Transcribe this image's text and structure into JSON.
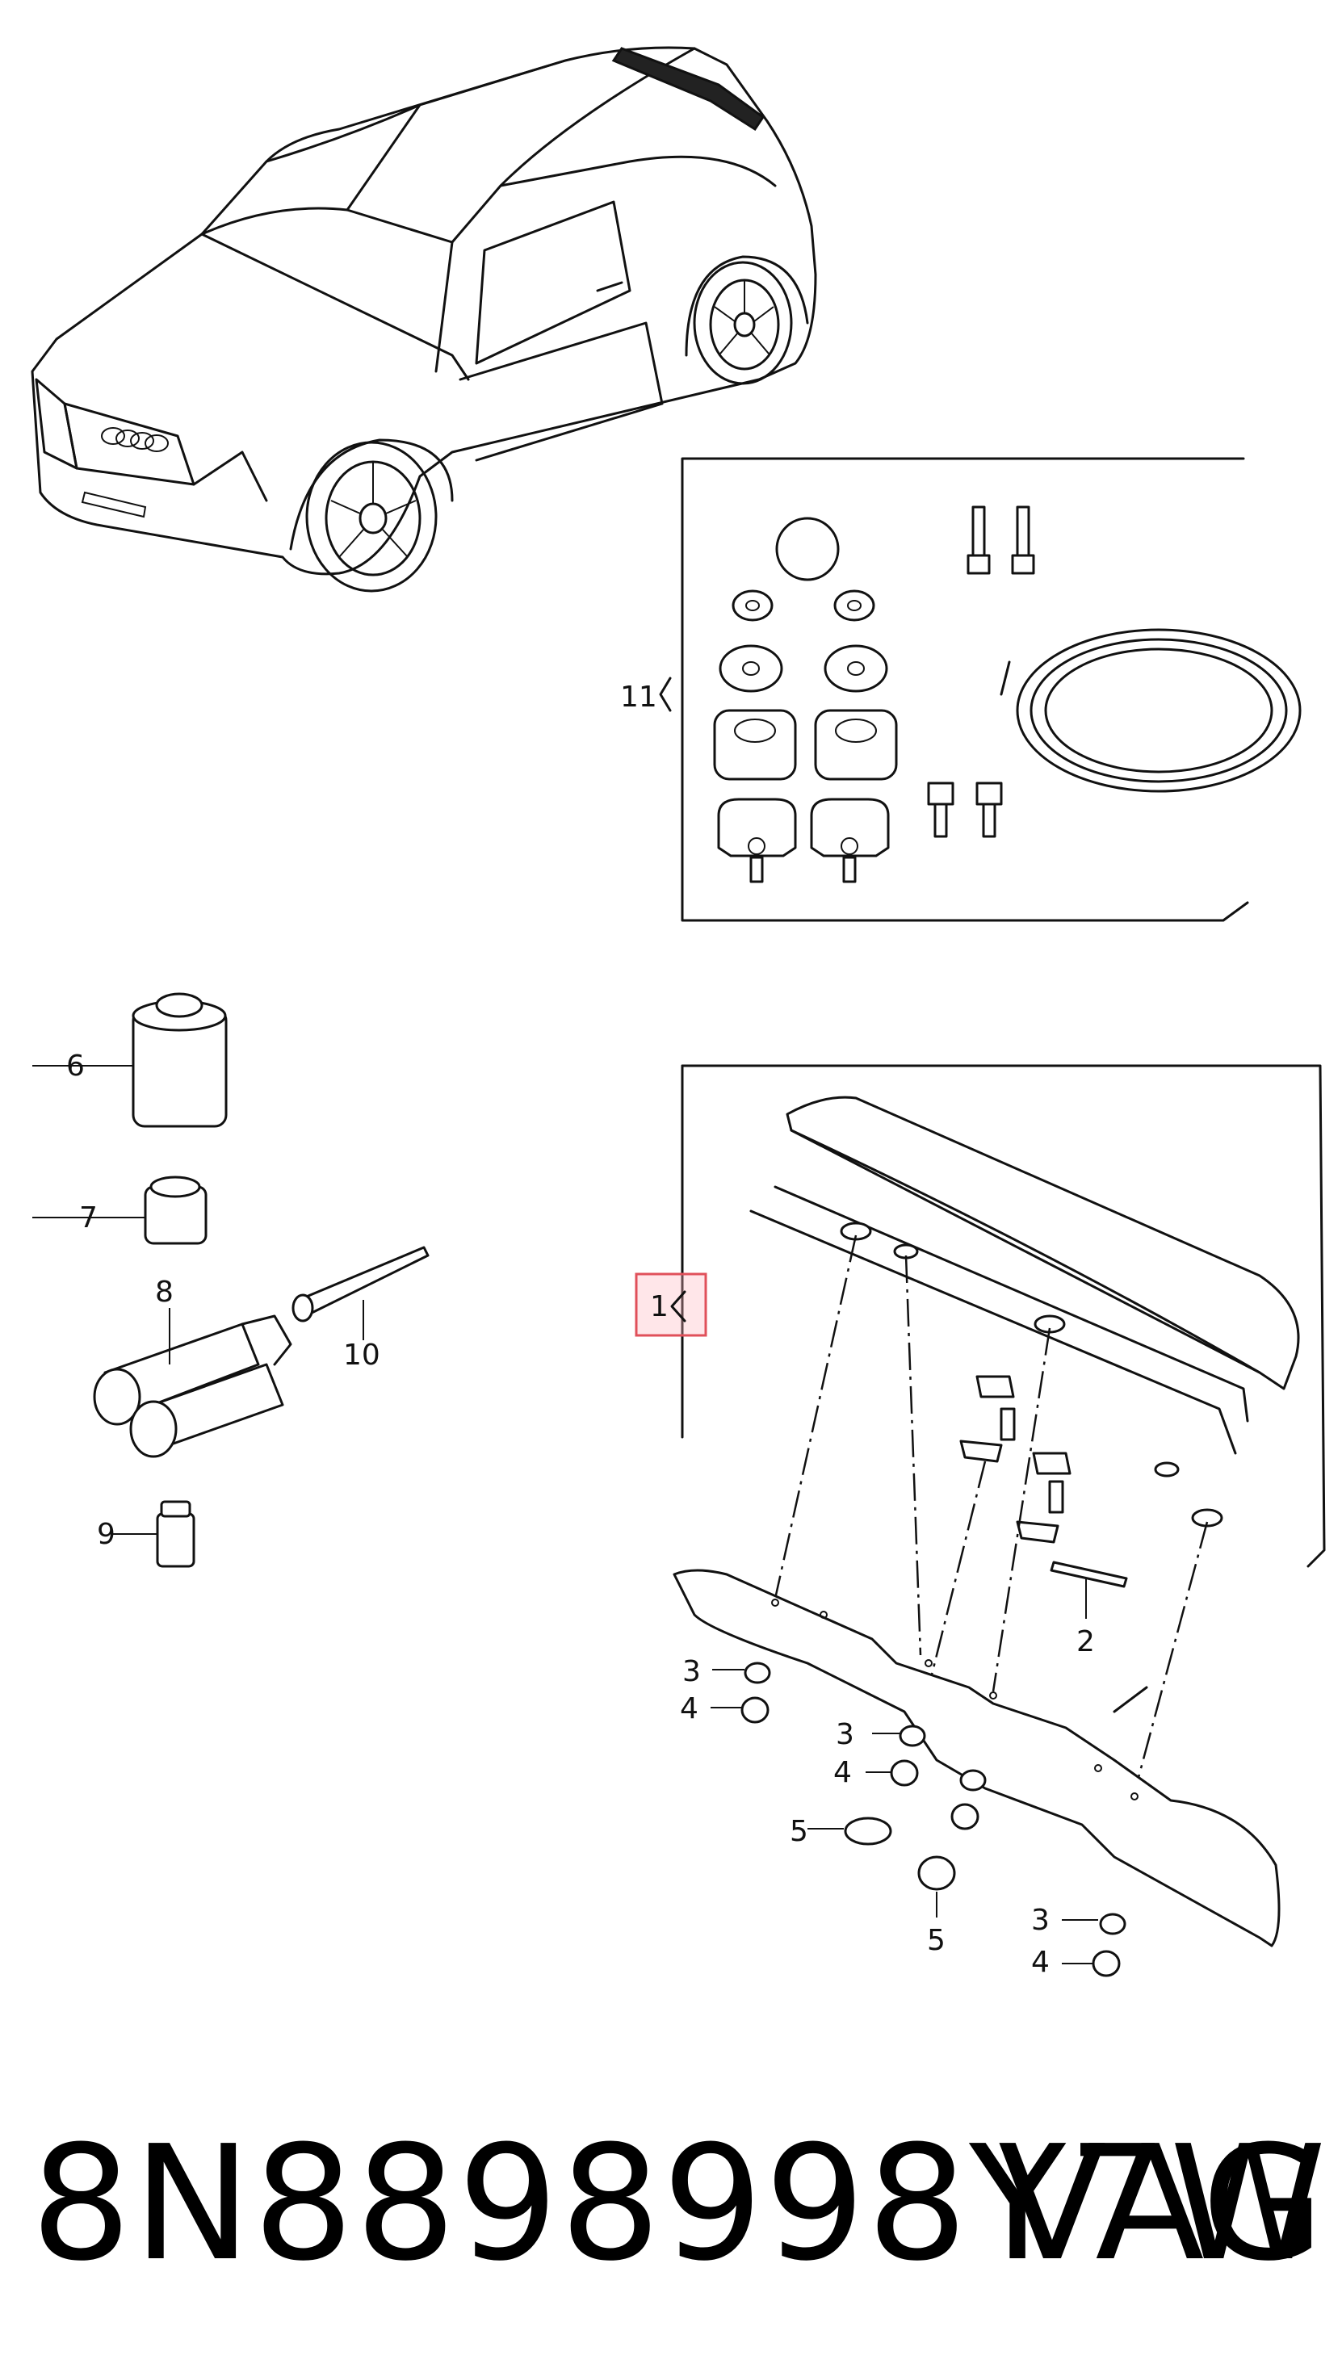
{
  "callouts": {
    "c1": "1",
    "c2": "2",
    "c3": "3",
    "c4": "4",
    "c5": "5",
    "c6": "6",
    "c7": "7",
    "c8": "8",
    "c9": "9",
    "c10": "10",
    "c11": "11"
  },
  "highlight": {
    "callout": "1",
    "color": "#e0505a"
  },
  "footer": {
    "part_number": "8N8898998Y7W",
    "brand": "VAG"
  }
}
